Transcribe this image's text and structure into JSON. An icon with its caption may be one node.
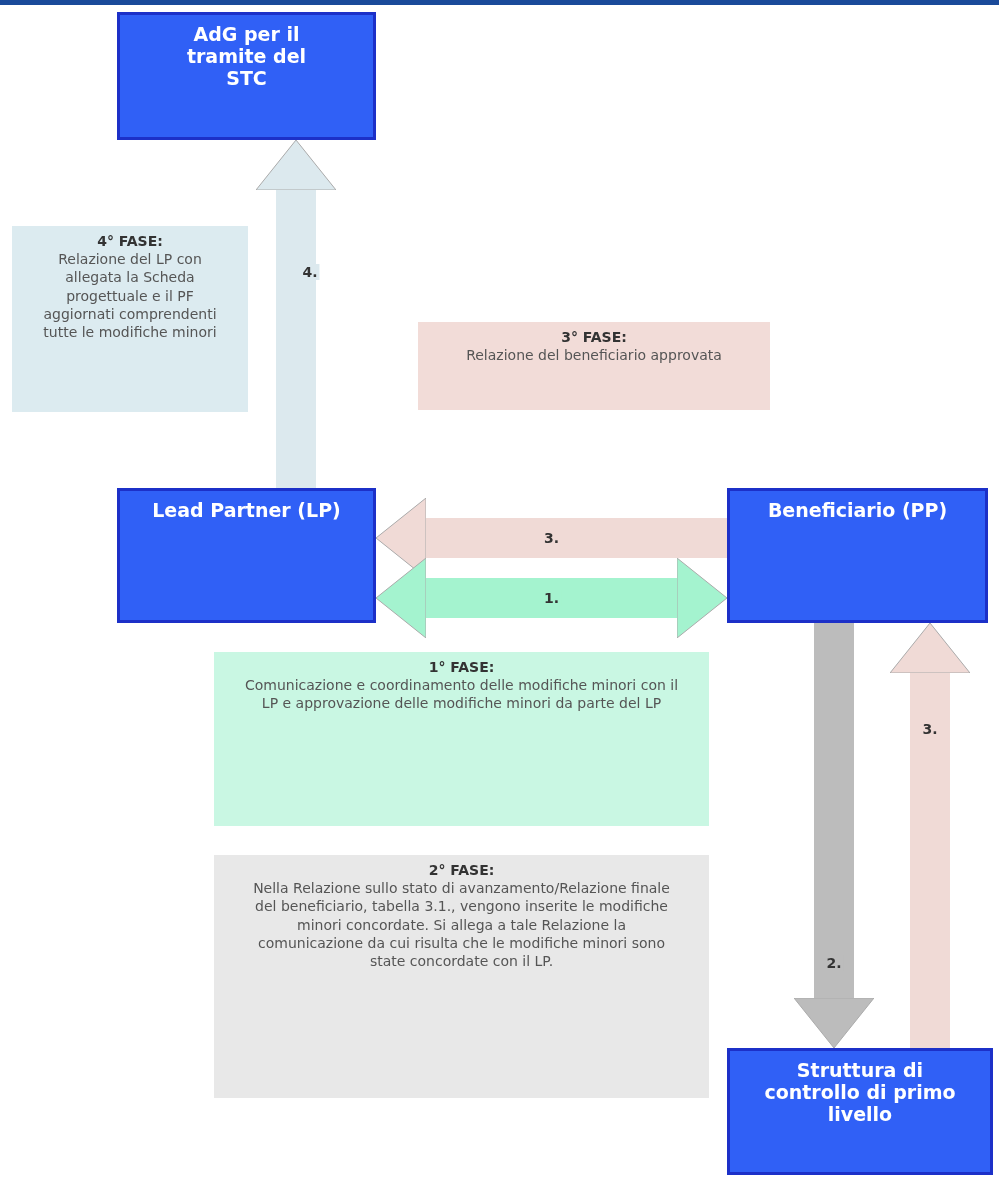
{
  "diagram": {
    "nodes": [
      {
        "text": [
          "AdG per il tramite del STC"
        ]
      },
      {
        "text": [
          "4° FASE:",
          "Relazione del LP con allegata la Scheda progettuale e il  PF aggiornati comprendenti tutte le modifiche minori"
        ]
      },
      {
        "text": [
          "3° FASE:",
          "Relazione del beneficiario approvata"
        ]
      },
      {
        "text": [
          "Lead Partner (LP)"
        ]
      },
      {
        "text": [
          "Beneficiario (PP)"
        ]
      },
      {
        "text": [
          "1° FASE:",
          "Comunicazione e coordinamento delle modifiche minori con il LP e approvazione delle modifiche minori da parte del LP"
        ]
      },
      {
        "text": [
          "2° FASE:",
          "Nella Relazione sullo stato di avanzamento/Relazione finale  del beneficiario, tabella  3.1., vengono inserite le modifiche minori concordate. Si allega a tale Relazione la comunicazione da cui risulta che le modifiche minori sono state concordate con il LP."
        ]
      },
      {
        "text": [
          "Struttura di controllo di primo livello"
        ]
      }
    ],
    "edges": [
      {
        "from": 3,
        "to": 0,
        "arrow": "to",
        "label": "4.",
        "color": "#dce9ee"
      },
      {
        "from": 4,
        "to": 3,
        "arrow": "to",
        "label": "3.",
        "color": "#f0dad6"
      },
      {
        "from": 3,
        "to": 4,
        "arrow": "both",
        "label": "1.",
        "color": "#a4f3cf"
      },
      {
        "from": 4,
        "to": 7,
        "arrow": "to",
        "label": "2.",
        "color": "#bcbcbc"
      },
      {
        "from": 7,
        "to": 4,
        "arrow": "to",
        "label": "3.",
        "color": "#f0dad6"
      }
    ]
  }
}
